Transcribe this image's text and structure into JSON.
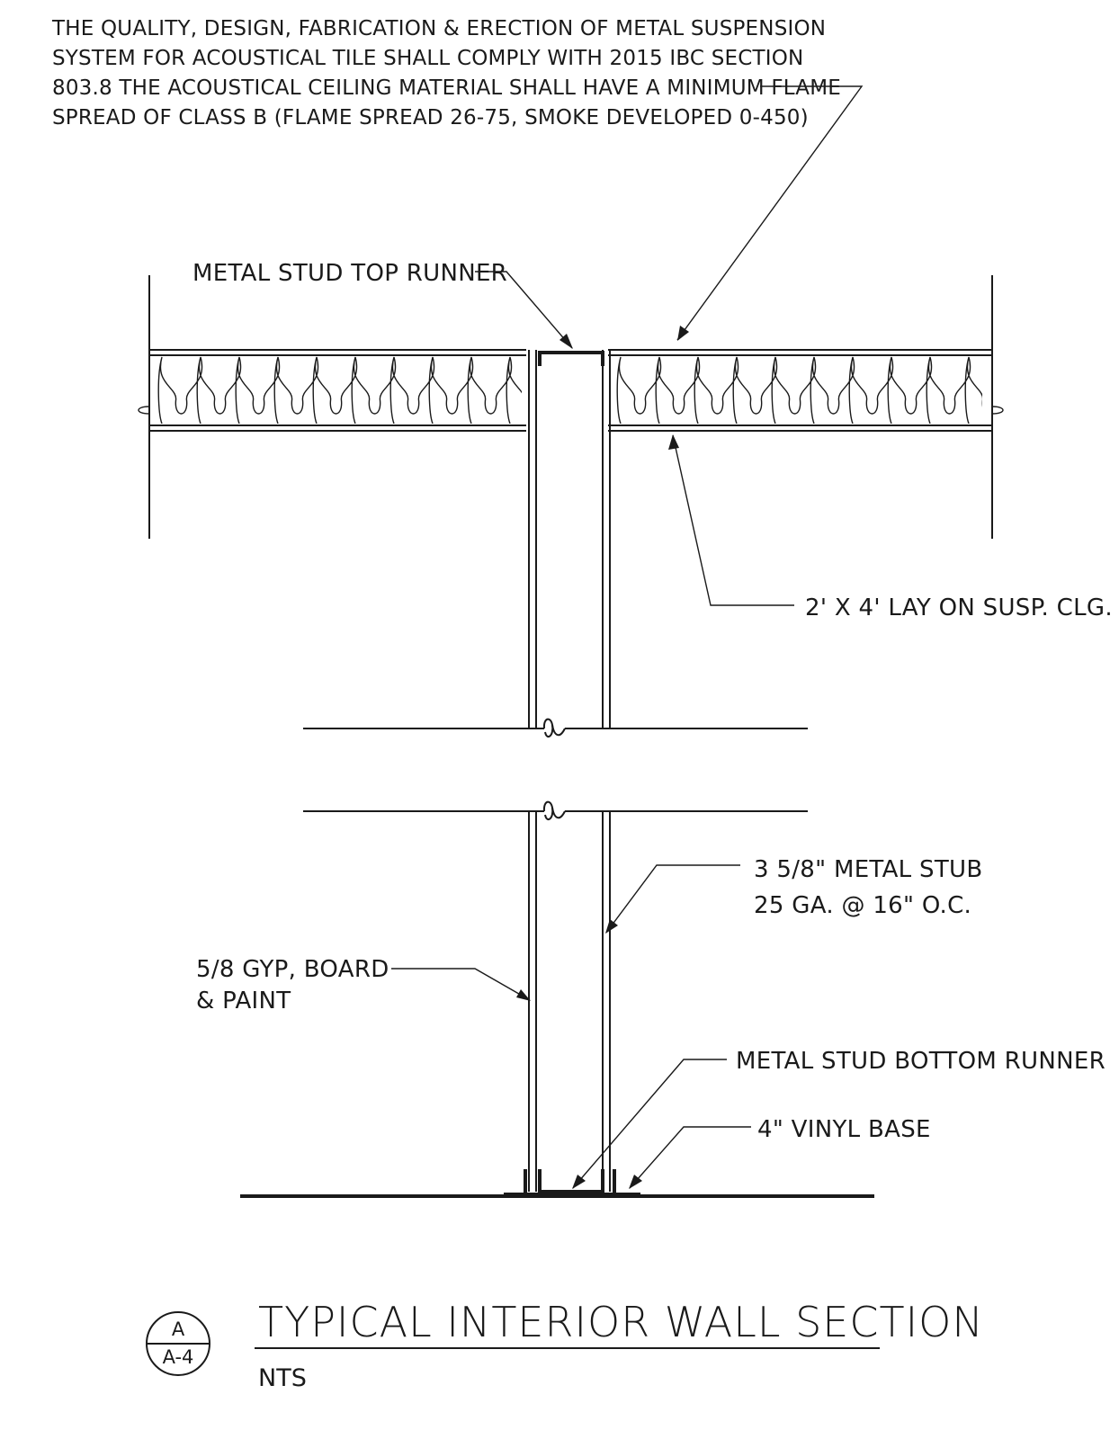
{
  "general_note": {
    "lines": [
      "THE QUALITY, DESIGN, FABRICATION & ERECTION OF METAL SUSPENSION",
      "SYSTEM FOR ACOUSTICAL TILE SHALL COMPLY WITH 2015 IBC SECTION",
      "803.8 THE ACOUSTICAL CEILING MATERIAL SHALL HAVE A MINIMUM FLAME",
      "SPREAD OF CLASS B (FLAME SPREAD 26-75, SMOKE DEVELOPED 0-450)"
    ]
  },
  "callouts": {
    "top_runner": "METAL STUD TOP RUNNER",
    "ceiling": "2' X 4' LAY ON SUSP. CLG.",
    "stud_line1": "3 5/8\" METAL STUB",
    "stud_line2": "25 GA. @ 16\" O.C.",
    "gyp_line1": "5/8 GYP, BOARD",
    "gyp_line2": "& PAINT",
    "bottom_runner": "METAL STUD BOTTOM RUNNER",
    "vinyl_base": "4\" VINYL BASE"
  },
  "title_block": {
    "detail_letter": "A",
    "sheet_number": "A-4",
    "title": "TYPICAL INTERIOR WALL SECTION",
    "scale": "NTS"
  }
}
